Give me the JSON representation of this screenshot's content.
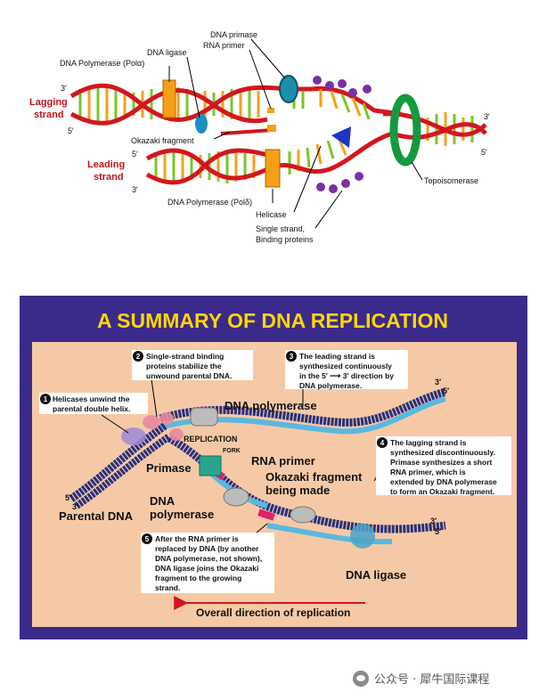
{
  "top_diagram": {
    "labels": {
      "dna_primase": "DNA primase",
      "rna_primer": "RNA primer",
      "dna_ligase": "DNA ligase",
      "dna_pol_alpha": "DNA Polymerase (Polα)",
      "okazaki": "Okazaki fragment",
      "lagging_strand_1": "Lagging",
      "lagging_strand_2": "strand",
      "leading_strand_1": "Leading",
      "leading_strand_2": "strand",
      "dna_pol_delta": "DNA Polymerase (Polδ)",
      "helicase": "Helicase",
      "ssb_1": "Single strand,",
      "ssb_2": "Binding proteins",
      "topoisomerase": "Topoisomerase",
      "end_3_left_top": "3′",
      "end_5_left_top": "5′",
      "end_5_left_bottom": "5′",
      "end_3_left_bottom": "3′",
      "end_3_right": "3′",
      "end_5_right": "5′"
    }
  },
  "summary": {
    "title": "A SUMMARY OF DNA REPLICATION",
    "notes": {
      "n1_num": "1",
      "n1_l1": "Helicases unwind the",
      "n1_l2": "parental double helix.",
      "n2_num": "2",
      "n2_l1": "Single-strand binding",
      "n2_l2": "proteins stabilize the",
      "n2_l3": "unwound parental DNA.",
      "n3_num": "3",
      "n3_l1": "The leading strand is",
      "n3_l2": "synthesized continuously",
      "n3_l3": "in the 5′ ⟶ 3′ direction by",
      "n3_l4": "DNA polymerase.",
      "n4_num": "4",
      "n4_l1": "The lagging strand is",
      "n4_l2": "synthesized discontinuously.",
      "n4_l3": "Primase synthesizes a short",
      "n4_l4": "RNA primer, which is",
      "n4_l5": "extended by DNA polymerase",
      "n4_l6": "to form an Okazaki fragment.",
      "n5_num": "5",
      "n5_l1": "After the RNA primer is",
      "n5_l2": "replaced by DNA (by another",
      "n5_l3": "DNA polymerase, not shown),",
      "n5_l4": "DNA ligase joins the Okazaki",
      "n5_l5": "fragment to the growing",
      "n5_l6": "strand."
    },
    "labels": {
      "dna_polymerase_top": "DNA polymerase",
      "replication": "Replication",
      "fork": "fork",
      "primase": "Primase",
      "rna_primer": "RNA primer",
      "okazaki_1": "Okazaki fragment",
      "okazaki_2": "being made",
      "dna_1": "DNA",
      "dna_2": "polymerase",
      "parental_dna": "Parental DNA",
      "dna_ligase": "DNA ligase",
      "direction": "Overall direction of replication",
      "p_3_top": "3′",
      "p_5_top": "5′",
      "p_3_mid": "3′",
      "p_5_mid": "5′",
      "p_5_left": "5′",
      "p_3_left": "3′"
    }
  },
  "watermark": {
    "text": "公众号 · 犀牛国际课程"
  },
  "colors": {
    "backbone_red": "#d4161c",
    "rung_green": "#7cc52a",
    "rung_orange": "#f4a018",
    "panel_purple": "#3c2a8a",
    "panel_inner": "#f6c9a6",
    "title_yellow": "#ffd700",
    "strand_blue": "#28307e",
    "strand_light": "#5ab8e0"
  }
}
